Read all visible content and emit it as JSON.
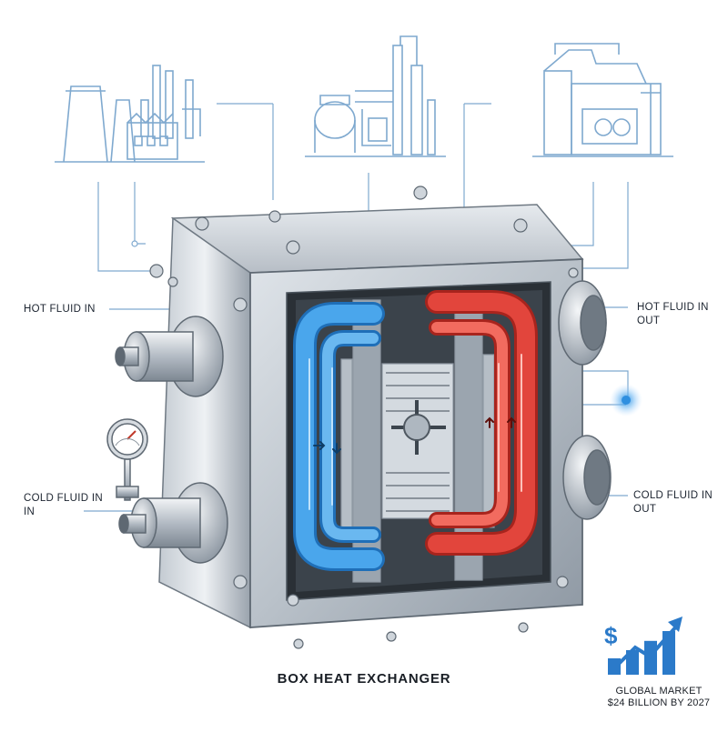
{
  "labels": {
    "hot_in_left": "HOT FLUID IN",
    "cold_in_left_line1": "COLD FLUID IN",
    "cold_in_left_line2": "IN",
    "hot_out_right_line1": "HOT FLUID IN",
    "hot_out_right_line2": "OUT",
    "cold_out_right_line1": "COLD FLUID IN",
    "cold_out_right_line2": "OUT"
  },
  "title": "BOX HEAT EXCHANGER",
  "market": {
    "line1": "GLOBAL MARKET",
    "line2": "$24 BILLION BY 2027",
    "currency_symbol": "$",
    "bar_levels": [
      0.3,
      0.45,
      0.62,
      0.8
    ]
  },
  "icons": [
    "power-plant-icon",
    "refinery-icon",
    "hvac-plant-icon",
    "pressure-gauge-icon",
    "growth-chart-icon"
  ],
  "colors": {
    "hot": "#e2453c",
    "cold": "#3b9be0",
    "line_art": "#7fa9cf",
    "accent": "#2f8fe0",
    "steel": "#a9b1b9"
  }
}
